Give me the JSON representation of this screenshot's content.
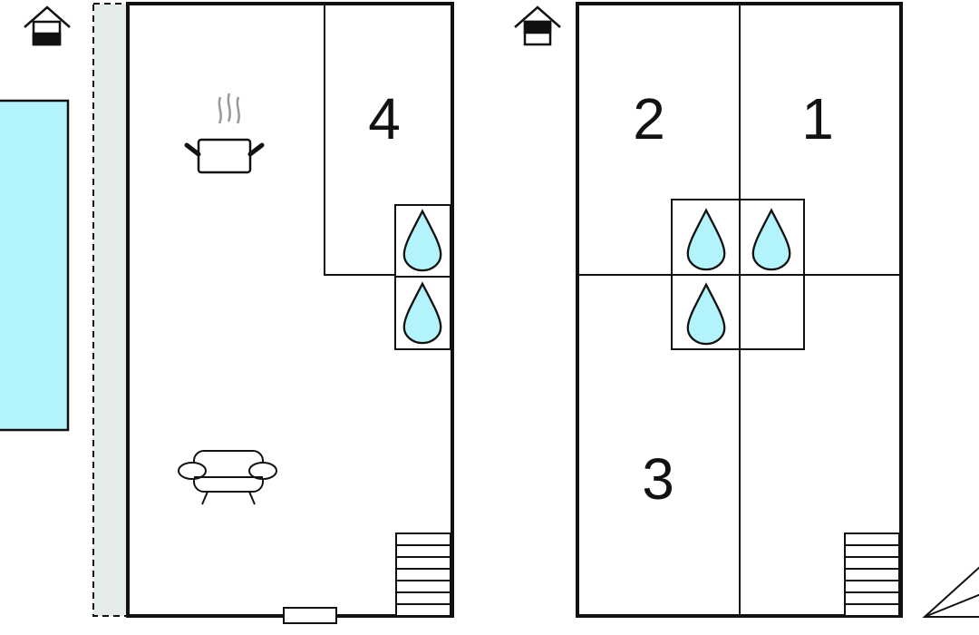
{
  "colors": {
    "wall": "#111111",
    "pool": "#b3f3fb",
    "terrace": "#e4ebea",
    "water_drop": "#b3f3fb",
    "steam": "#999999"
  },
  "icons": [
    "floor-level-icon",
    "cooking-pot-icon",
    "sofa-icon",
    "water-drop-icon",
    "stairs-icon",
    "compass-icon"
  ],
  "floors": [
    {
      "level_icon": "floor-level-ground-icon",
      "rooms": [
        {
          "label": "4",
          "type": "bedroom"
        },
        {
          "label": "",
          "type": "kitchen-living"
        }
      ],
      "bathrooms": 2,
      "features": [
        "kitchen",
        "living-room",
        "stairs",
        "entrance",
        "terrace",
        "pool"
      ]
    },
    {
      "level_icon": "floor-level-upper-icon",
      "rooms": [
        {
          "label": "2",
          "type": "bedroom"
        },
        {
          "label": "1",
          "type": "bedroom"
        },
        {
          "label": "3",
          "type": "bedroom"
        }
      ],
      "bathrooms": 3,
      "features": [
        "stairs"
      ]
    }
  ]
}
